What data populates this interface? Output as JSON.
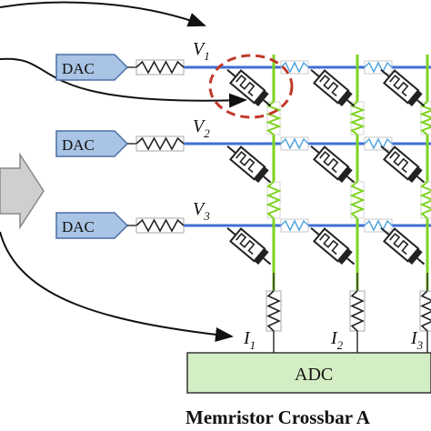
{
  "dac_label": "DAC",
  "adc_label": "ADC",
  "title": "Memristor Crossbar A",
  "voltages": [
    {
      "symbol": "V",
      "sub": "1"
    },
    {
      "symbol": "V",
      "sub": "2"
    },
    {
      "symbol": "V",
      "sub": "3"
    }
  ],
  "currents": [
    {
      "symbol": "I",
      "sub": "1"
    },
    {
      "symbol": "I",
      "sub": "2"
    },
    {
      "symbol": "I",
      "sub": "3"
    }
  ],
  "colors": {
    "dac_fill": "#a9c4e4",
    "dac_stroke": "#4a6fa5",
    "row_line": "#3f6fd6",
    "column_line": "#7ed321",
    "adc_fill": "#d3edc4",
    "highlight_circle": "#c0392b",
    "arrow_fill": "#cfcfcf"
  }
}
